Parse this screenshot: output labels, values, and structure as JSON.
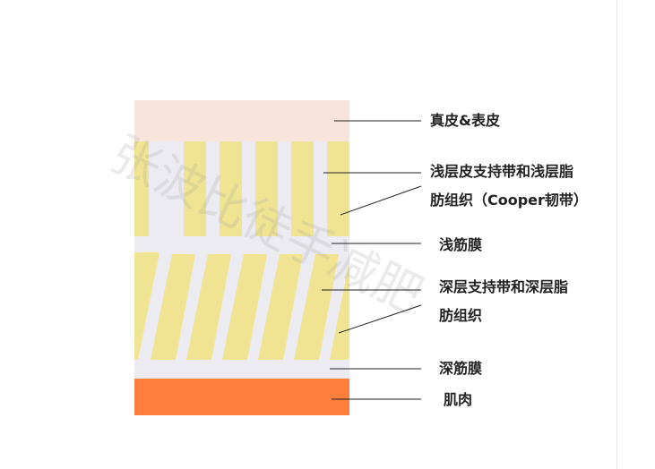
{
  "labels": {
    "epidermis": "真皮&表皮",
    "superficial_line1": "浅层皮支持带和浅层脂",
    "superficial_line2": "肪组织（Cooper韧带）",
    "superficial_fascia": "浅筋膜",
    "deep_line1": "深层支持带和深层脂",
    "deep_line2": "肪组织",
    "deep_fascia": "深筋膜",
    "muscle": "肌肉"
  },
  "watermark": "张波比徒手减肥",
  "colors": {
    "skin": "#f9e4dc",
    "fat": "#f0e492",
    "fascia": "#ecebf1",
    "muscle": "#ff7e3b",
    "line": "#222222"
  }
}
